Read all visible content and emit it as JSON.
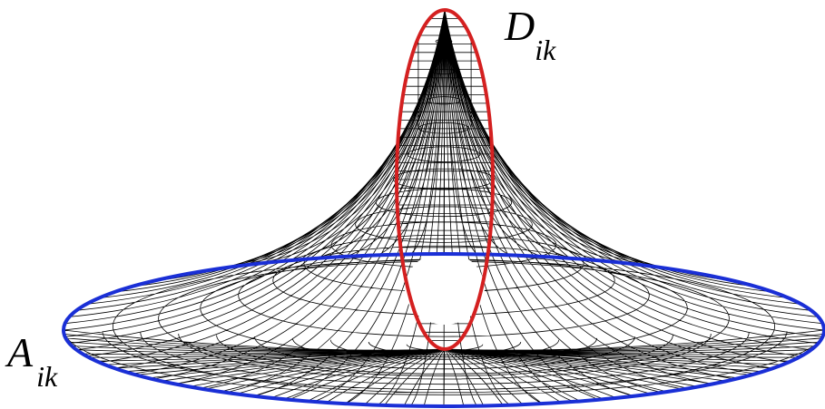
{
  "labels": {
    "d": {
      "main": "D",
      "sub": "ik"
    },
    "a": {
      "main": "A",
      "sub": "ik"
    }
  },
  "colors": {
    "mesh": "#000000",
    "outer_ellipse": "#1a2fd6",
    "inner_ellipse": "#d42020",
    "background": "#ffffff"
  }
}
